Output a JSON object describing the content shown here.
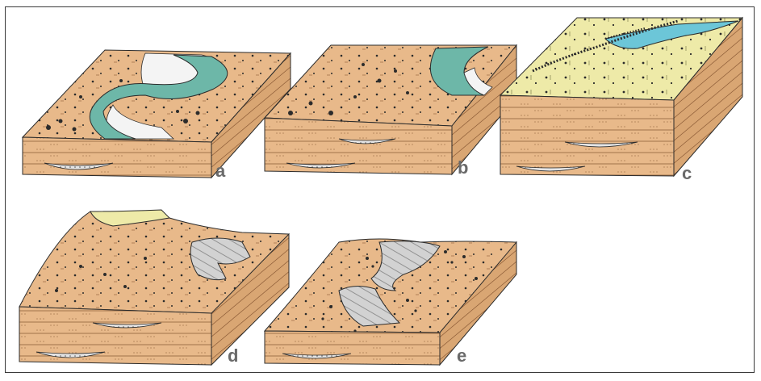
{
  "figure": {
    "panels": [
      {
        "label": "a"
      },
      {
        "label": "b"
      },
      {
        "label": "c"
      },
      {
        "label": "d"
      },
      {
        "label": "e"
      }
    ]
  },
  "colors": {
    "sediment": "#e8b98a",
    "sediment_dark": "#d49a68",
    "river": "#6db7a8",
    "lake": "#6cc6d8",
    "crust": "#eeeaa8",
    "grey": "#c8c8c8",
    "outline": "#2b2b2b"
  }
}
